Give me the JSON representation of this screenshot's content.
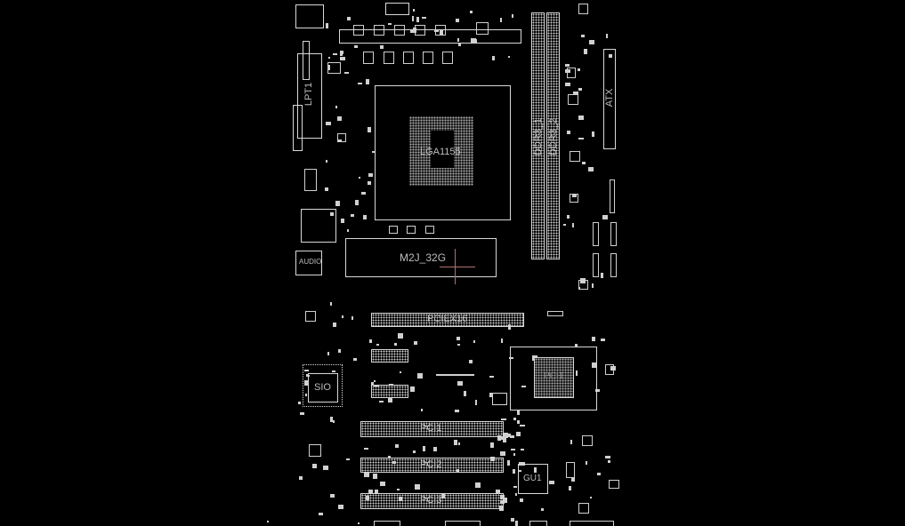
{
  "board": {
    "cpu_socket": "LGA1155",
    "m2_slot": "M2J_32G",
    "dimm1": "DDR3_1",
    "dimm2": "DDR3_2",
    "power": "ATX",
    "lpt": "LPT1",
    "pcie": "PCIEX16",
    "pci1": "PCI1",
    "pci2": "PCI2",
    "pci3": "PCI3",
    "sio": "SIO",
    "gpu": "GU1",
    "pch": "PCH",
    "audio": "AUDIO"
  },
  "colors": {
    "background": "#000000",
    "outline": "#d8d8d8",
    "cursor": "#b07070"
  }
}
